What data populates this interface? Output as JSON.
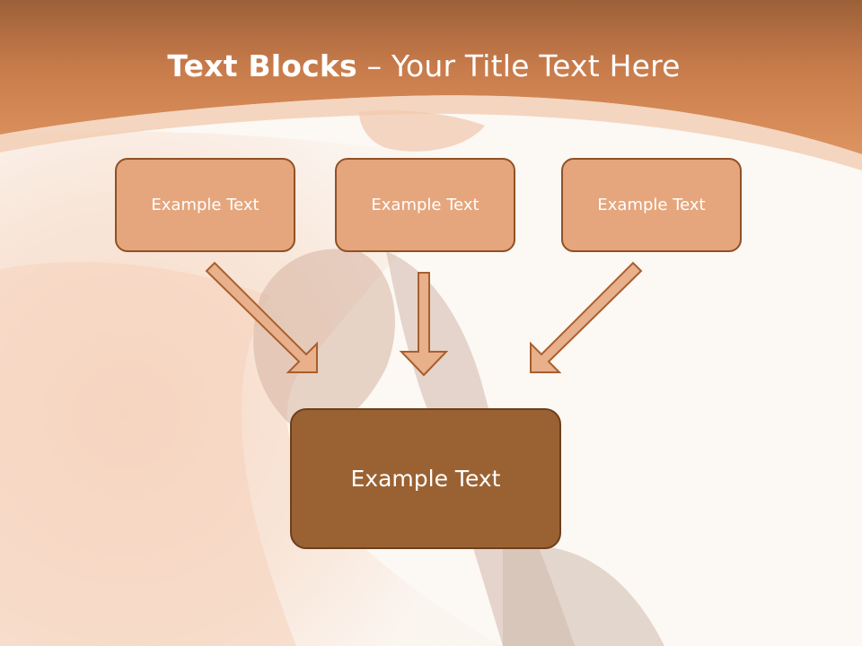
{
  "slide": {
    "title_bold": "Text Blocks",
    "title_dash": " – ",
    "title_rest": "Your Title Text Here"
  },
  "blocks": [
    {
      "label": "Example Text"
    },
    {
      "label": "Example Text"
    },
    {
      "label": "Example Text"
    }
  ],
  "result": {
    "label": "Example Text"
  },
  "colors": {
    "header": "#d98c59",
    "box_fill": "#e5a67d",
    "box_border": "#8f5124",
    "result_fill": "#9a6233",
    "arrow_fill": "#e8b08b",
    "arrow_stroke": "#a85f2e"
  },
  "icons": [
    "arrow-down-right-icon",
    "arrow-down-icon",
    "arrow-down-left-icon"
  ]
}
